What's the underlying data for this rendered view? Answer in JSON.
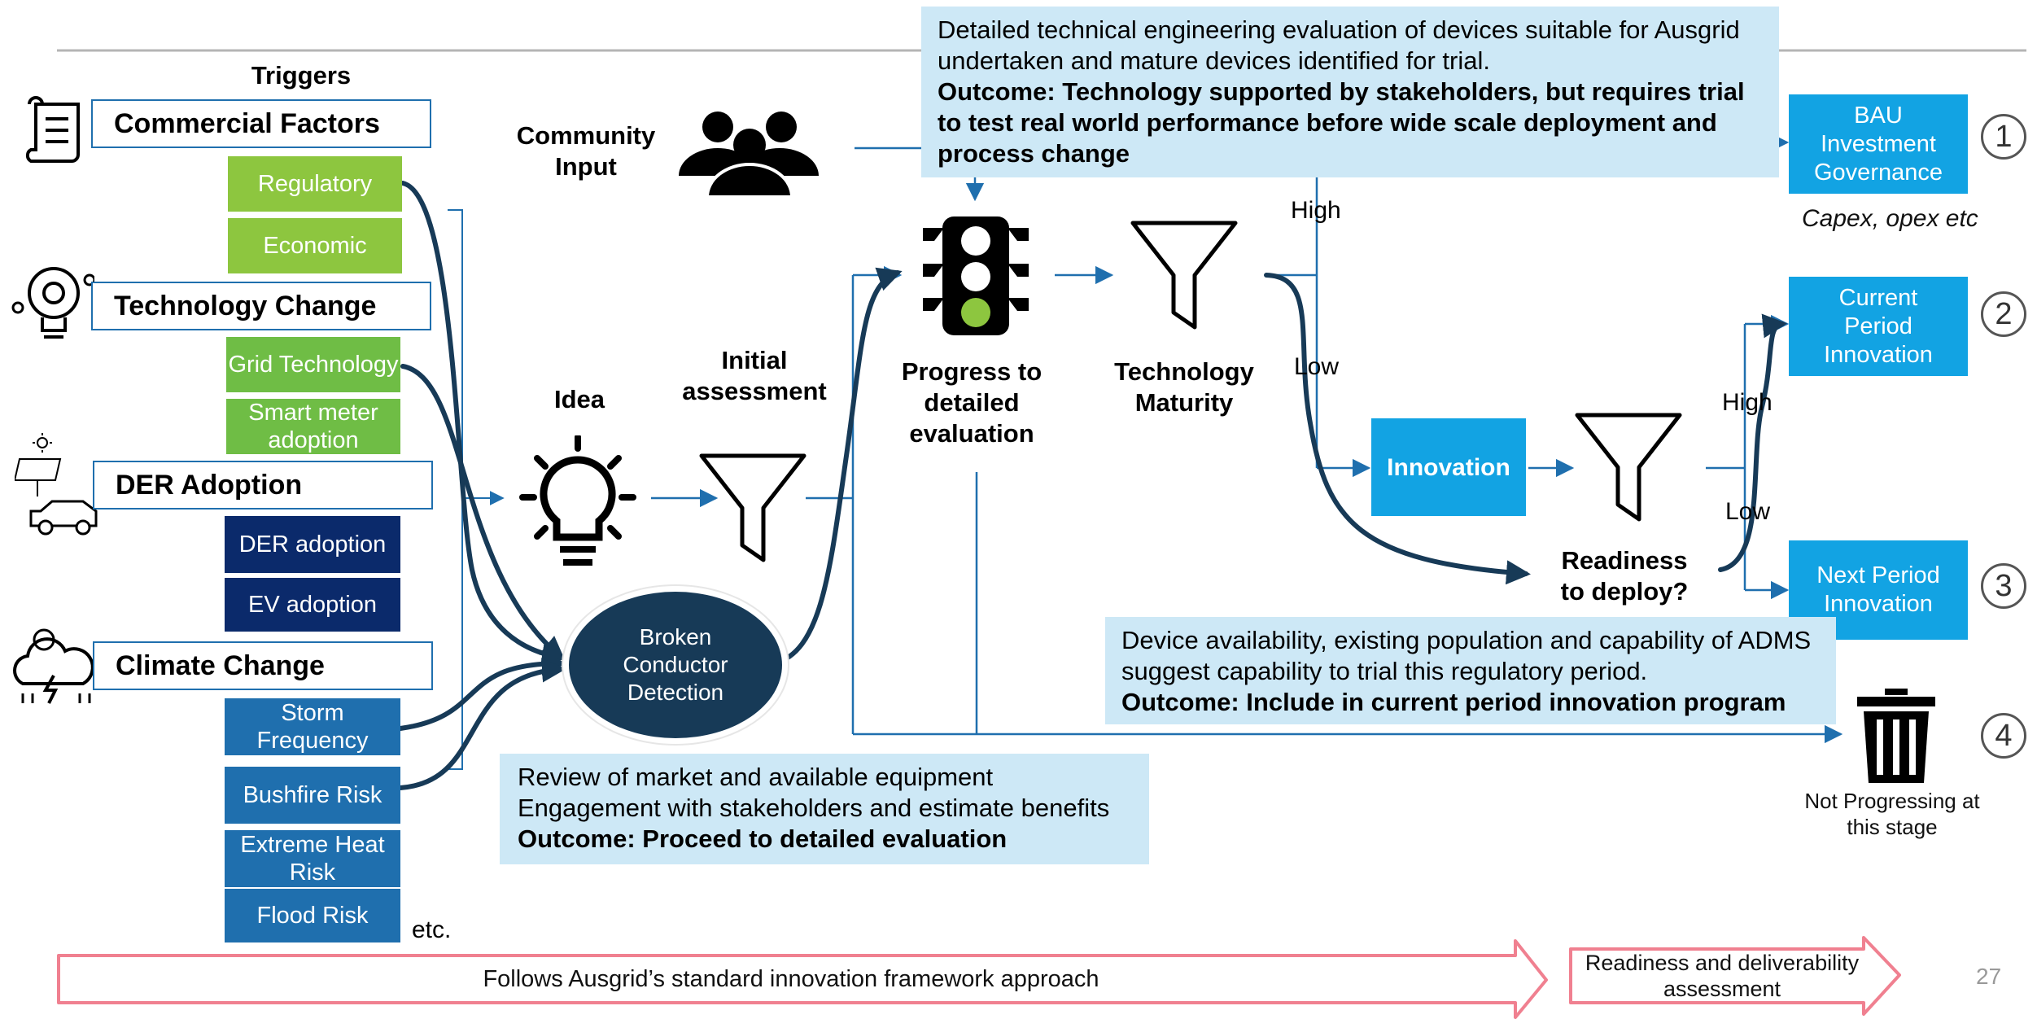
{
  "triggers_title": "Triggers",
  "categories": {
    "commercial": "Commercial Factors",
    "technology": "Technology Change",
    "der": "DER Adoption",
    "climate": "Climate Change"
  },
  "trigger_items": {
    "regulatory": "Regulatory",
    "economic": "Economic",
    "grid_technology": "Grid Technology",
    "smart_meter": "Smart meter adoption",
    "der_adoption": "DER adoption",
    "ev_adoption": "EV adoption",
    "storm": "Storm Frequency",
    "bushfire": "Bushfire Risk",
    "heat": "Extreme Heat Risk",
    "flood": "Flood Risk"
  },
  "etc": "etc.",
  "community_input": "Community Input",
  "idea": "Idea",
  "initial_assessment": "Initial assessment",
  "broken_conductor": "Broken Conductor Detection",
  "progress_eval": "Progress to detailed evaluation",
  "tech_maturity": "Technology Maturity",
  "readiness_deploy": "Readiness to deploy?",
  "innovation": "Innovation",
  "high": "High",
  "low": "Low",
  "outputs": {
    "bau": "BAU Investment Governance",
    "current": "Current Period Innovation",
    "next": "Next Period Innovation",
    "not_progressing": "Not Progressing at this stage",
    "capex": "Capex, opex etc"
  },
  "numbers": [
    "1",
    "2",
    "3",
    "4"
  ],
  "notes": {
    "top_line1": "Detailed technical engineering evaluation of devices suitable for Ausgrid undertaken and mature devices identified for trial.",
    "top_outcome": "Outcome: Technology supported by stakeholders, but requires trial to test real world performance before wide scale deployment and process change",
    "mid_line1": "Device availability, existing population and capability of ADMS suggest capability to trial this regulatory period.",
    "mid_outcome": "Outcome: Include in current period innovation program",
    "bottom_line1": "Review of market and available equipment",
    "bottom_line2": "Engagement with stakeholders and estimate benefits",
    "bottom_outcome": "Outcome: Proceed to detailed evaluation"
  },
  "footer": {
    "framework": "Follows Ausgrid’s standard innovation framework approach",
    "readiness": "Readiness and deliverability assessment",
    "page": "27"
  },
  "colors": {
    "dark_navy": "#173a57",
    "flow_blue": "#1f6fae",
    "cyan": "#12a3e3",
    "light_blue_note": "#cde8f6",
    "green_light": "#8dc63f",
    "arrow_pink": "#f08090"
  }
}
